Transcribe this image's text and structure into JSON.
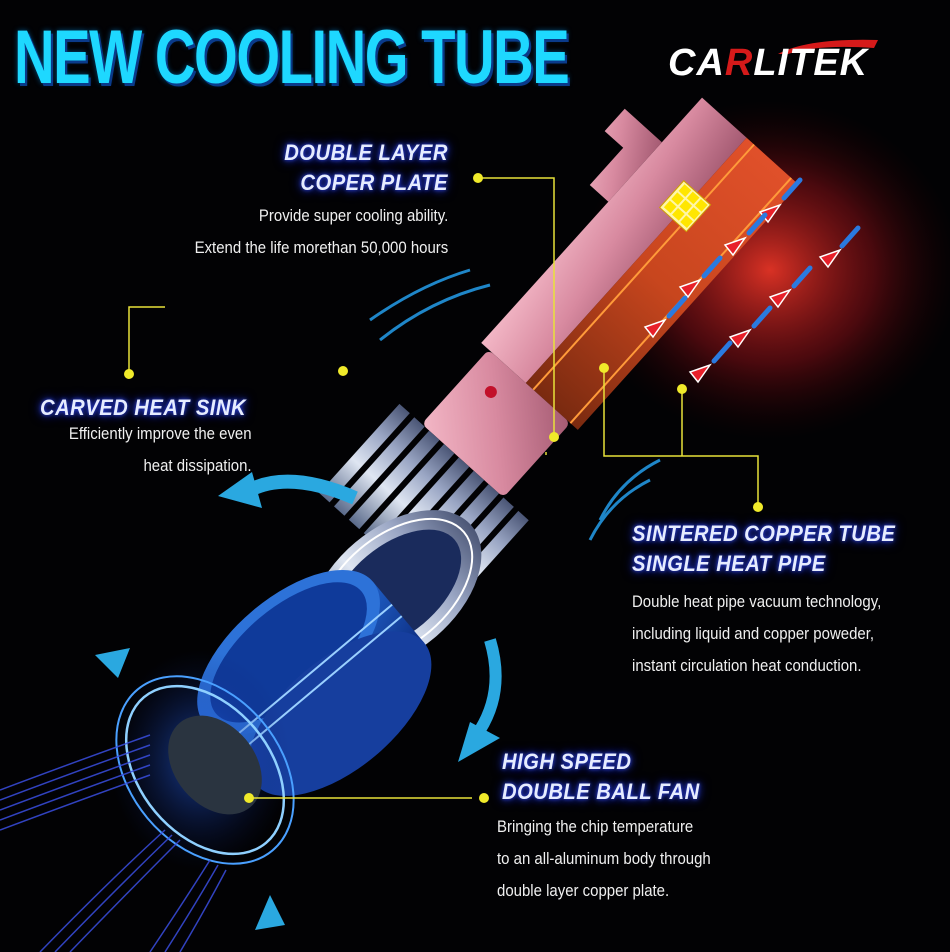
{
  "title": "NEW COOLING TUBE",
  "brand": {
    "prefix": "CA",
    "highlight": "R",
    "suffix": "LITEK",
    "colors": {
      "text": "#ffffff",
      "accent": "#d51a1a"
    }
  },
  "callouts": [
    {
      "id": "double-layer-copper-plate",
      "heading_lines": [
        "DOUBLE LAYER",
        "COPER PLATE"
      ],
      "description_lines": [
        "Provide super cooling ability.",
        "Extend the life morethan 50,000 hours"
      ]
    },
    {
      "id": "carved-heat-sink",
      "heading_lines": [
        "CARVED HEAT SINK"
      ],
      "description_lines": [
        "Efficiently improve the even",
        "heat dissipation."
      ]
    },
    {
      "id": "sintered-copper-tube",
      "heading_lines": [
        "SINTERED COPPER TUBE",
        "SINGLE HEAT PIPE"
      ],
      "description_lines": [
        "Double heat pipe vacuum technology,",
        "including liquid and copper poweder,",
        "instant circulation heat conduction."
      ]
    },
    {
      "id": "high-speed-fan",
      "heading_lines": [
        "HIGH SPEED",
        "DOUBLE BALL FAN"
      ],
      "description_lines": [
        "Bringing the chip temperature",
        "to an all-aluminum body through",
        "double layer copper plate."
      ]
    }
  ],
  "colors": {
    "title": "#1ed8ff",
    "leader_line": "#e8e23a",
    "heading_glow": "#2232b8",
    "background": "#020204",
    "airflow": "#2aa8e0"
  }
}
